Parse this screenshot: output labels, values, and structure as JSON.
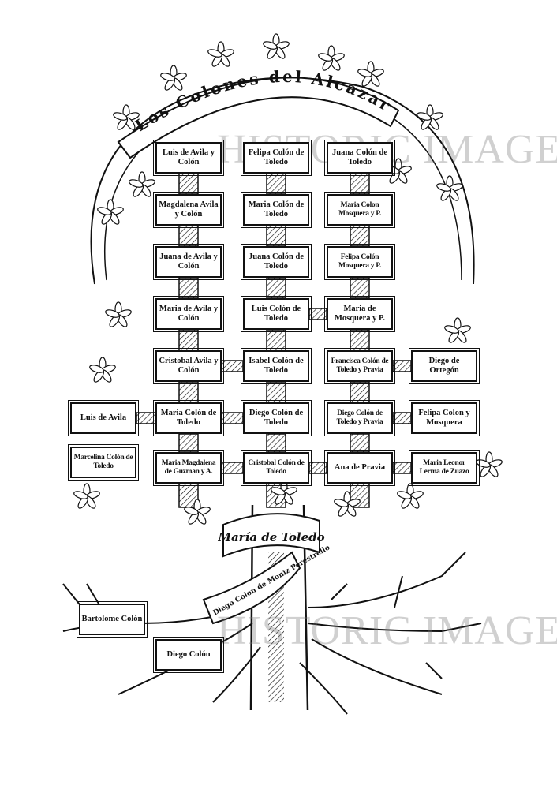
{
  "title": "Los Colones del Alcazar",
  "watermark": "HISTORIC IMAGES",
  "colors": {
    "ink": "#111111",
    "paper": "#ffffff",
    "watermark": "#9a9a9a"
  },
  "grid": [
    [
      "Luis de Avila y Colón",
      "Felipa Colón de Toledo",
      "Juana Colón de Toledo",
      ""
    ],
    [
      "Magdalena Avila y Colón",
      "Maria Colón de Toledo",
      "Maria Colon Mosquera y P.",
      ""
    ],
    [
      "Juana de Avila y Colón",
      "Juana Colón de Toledo",
      "Felipa Colón Mosquera y P.",
      ""
    ],
    [
      "Maria de Avila y Colón",
      "Luis Colón de Toledo",
      "Maria de Mosquera y P.",
      ""
    ],
    [
      "Cristobal Avila y Colón",
      "Isabel Colón de Toledo",
      "Francisca Colón de Toledo y Pravia",
      "Diego de Ortegón"
    ],
    [
      "Maria Colón de Toledo",
      "Diego Colón de Toledo",
      "Diego Colón de Toledo y Pravia",
      "Felipa Colon y Mosquera"
    ],
    [
      "Maria Magdalena de Guzman y A.",
      "Cristobal Colón de Toledo",
      "Ana de Pravia",
      "Maria Leonor Lerma de Zuazo"
    ]
  ],
  "left_boxes": [
    "Luis de Avila",
    "Marcelina Colón de Toledo"
  ],
  "trunk_banner": "María de Toledo",
  "root_banner": "Diego Colon de Moniz Perestrello",
  "root_boxes": [
    "Bartolome Colón",
    "Diego Colón"
  ]
}
